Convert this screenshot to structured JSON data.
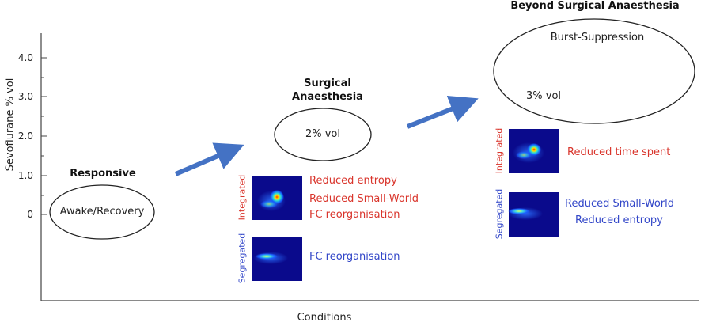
{
  "axes": {
    "y_label": "Sevoflurane % vol",
    "x_label": "Conditions",
    "y_ticks": [
      "4.0",
      "3.0",
      "2.0",
      "1.0",
      "0"
    ]
  },
  "stages": {
    "responsive": {
      "heading": "Responsive",
      "state": "Awake/Recovery"
    },
    "surgical": {
      "heading_line1": "Surgical",
      "heading_line2": "Anaesthesia",
      "dose": "2% vol",
      "integrated_label": "Integrated",
      "segregated_label": "Segregated",
      "integrated_findings": [
        "Reduced entropy",
        "Reduced Small-World",
        "FC reorganisation"
      ],
      "segregated_findings": [
        "FC reorganisation"
      ]
    },
    "beyond": {
      "heading": "Beyond Surgical Anaesthesia",
      "state": "Burst-Suppression",
      "dose": "3% vol",
      "integrated_label": "Integrated",
      "segregated_label": "Segregated",
      "integrated_findings": [
        "Reduced time spent"
      ],
      "segregated_findings": [
        "Reduced Small-World",
        "Reduced entropy"
      ]
    }
  },
  "colors": {
    "arrow": "#4472c4",
    "integrated_text": "#d9342b",
    "segregated_text": "#3246c8",
    "heatmap_bg": "#0a0a8c"
  }
}
